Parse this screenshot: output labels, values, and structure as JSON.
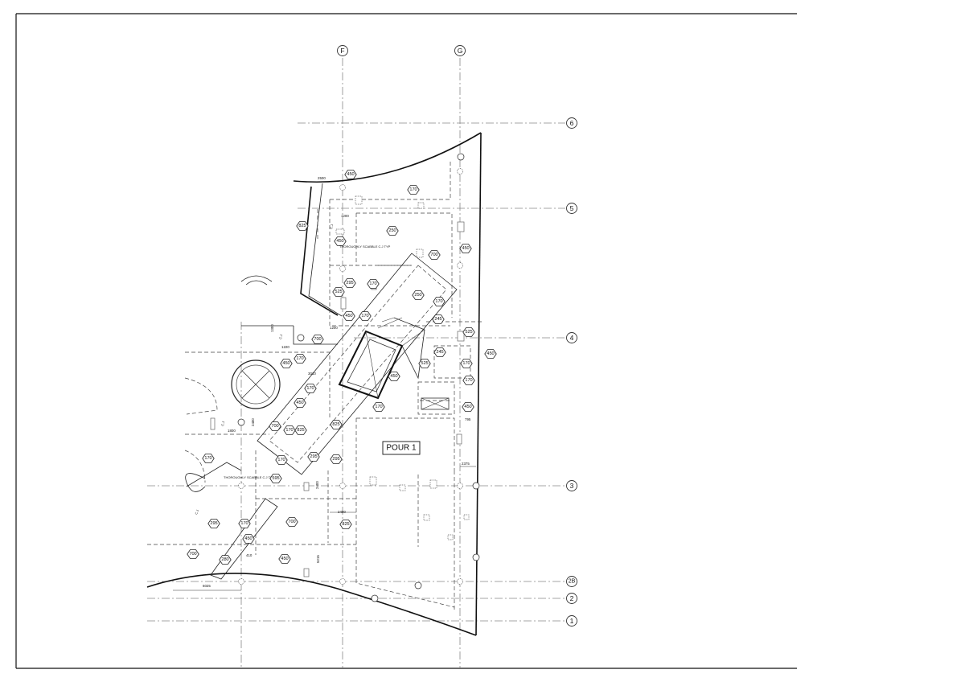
{
  "grid": {
    "columns": [
      "F",
      "G"
    ],
    "rows": [
      "6",
      "5",
      "4",
      "3",
      "2B",
      "2",
      "1"
    ]
  },
  "pour_label": "POUR 1",
  "notes": {
    "scabble_top": "THOROUGHLY SCABBLE C.J TYP",
    "scabble_bottom": "THOROUGHLY SCABBLE C.J TYP",
    "cj": "C.J"
  },
  "thicknesses": [
    "450",
    "170",
    "825",
    "450",
    "250",
    "700",
    "450",
    "295",
    "170",
    "250",
    "525",
    "450",
    "170",
    "170",
    "245",
    "525",
    "450",
    "700",
    "450",
    "170",
    "245",
    "170",
    "170",
    "525",
    "450",
    "450",
    "170",
    "170",
    "450",
    "825",
    "700",
    "170",
    "825",
    "170",
    "170",
    "295",
    "295",
    "595",
    "295",
    "170",
    "450",
    "700",
    "825",
    "700",
    "280",
    "450"
  ],
  "dimensions": [
    "2500",
    "1200",
    "1300",
    "1220",
    "1200",
    "3010",
    "1800",
    "2400",
    "2400",
    "2400",
    "410",
    "6025",
    "795",
    "2375",
    "5215"
  ]
}
